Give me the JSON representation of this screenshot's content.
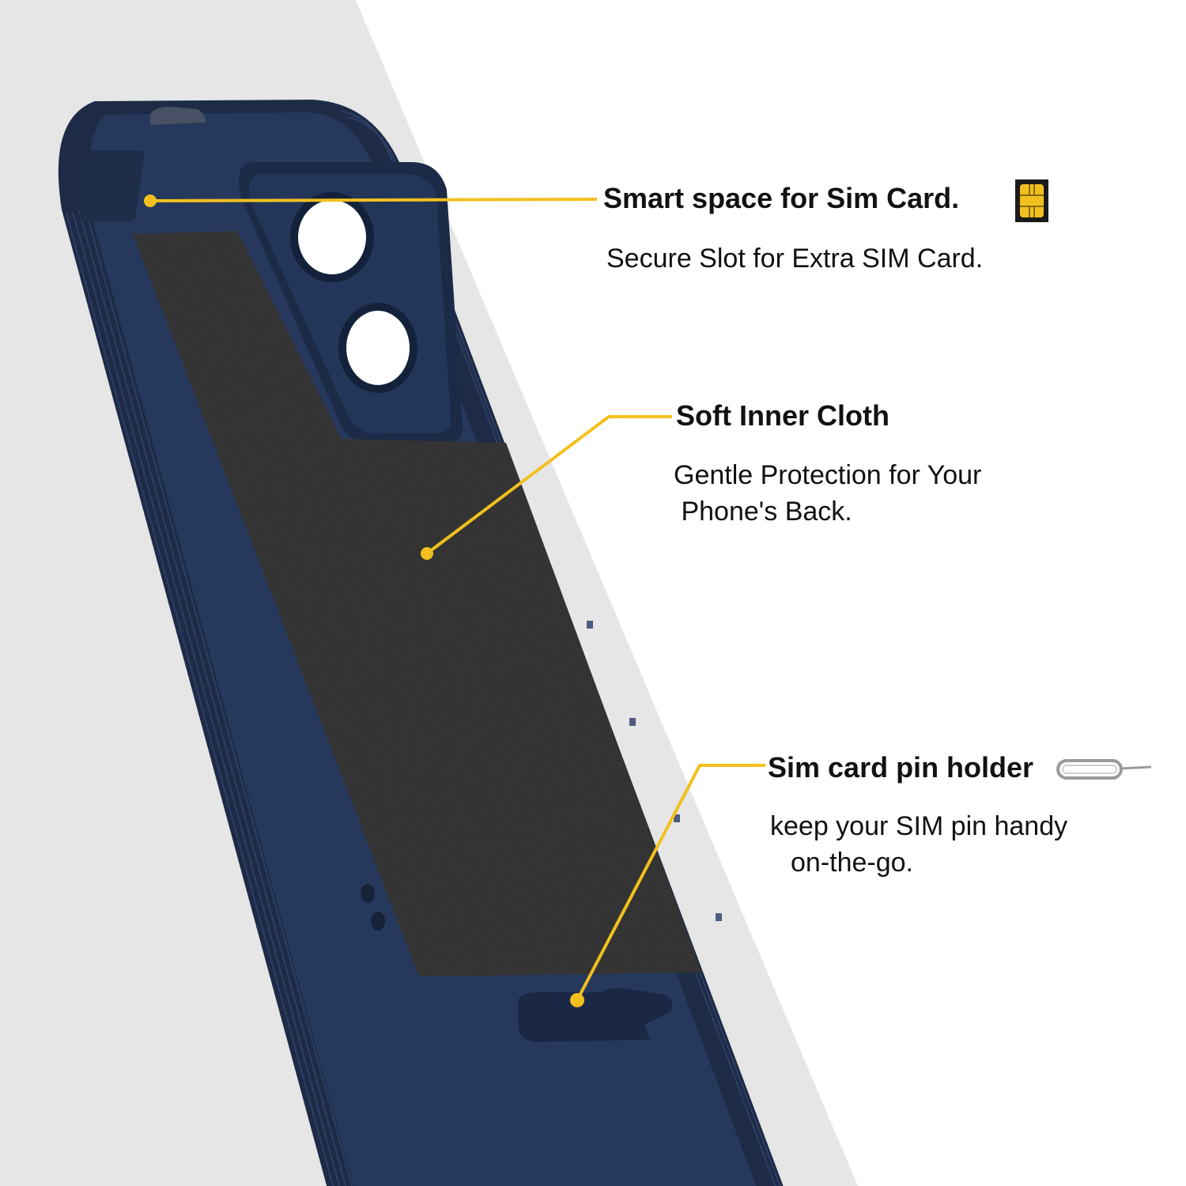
{
  "colors": {
    "background": "#ffffff",
    "diagonal_panel": "#e6e6e6",
    "case_navy": "#1f2e4b",
    "case_inner": "#283a5c",
    "cloth": "#262626",
    "callout_yellow": "#f2c01e",
    "text": "#111111"
  },
  "callouts": [
    {
      "title": "Smart space for Sim Card.",
      "description_lines": [
        "Secure Slot for Extra SIM Card."
      ],
      "icon": "sim-card-icon"
    },
    {
      "title": "Soft Inner Cloth",
      "description_lines": [
        "Gentle Protection for Your",
        " Phone's Back."
      ],
      "icon": ""
    },
    {
      "title": "Sim card pin holder",
      "description_lines": [
        "keep your SIM pin handy",
        "on-the-go."
      ],
      "icon": "sim-eject-pin-icon"
    }
  ]
}
